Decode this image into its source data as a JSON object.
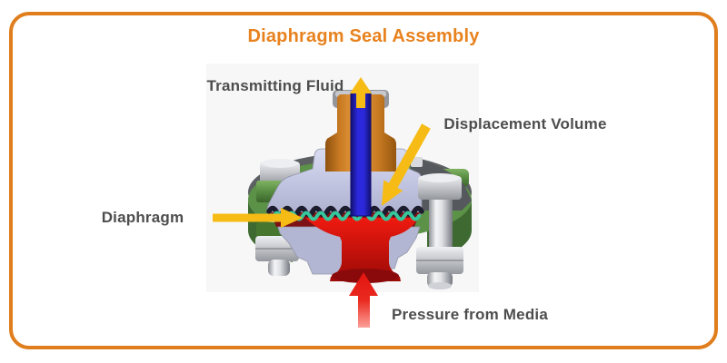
{
  "frame": {
    "border_color": "#E07D1C",
    "background": "#FFFFFF"
  },
  "title": {
    "text": "Diaphragm Seal Assembly",
    "color": "#E8821E"
  },
  "labels": {
    "transmitting_fluid": {
      "text": "Transmitting Fluid"
    },
    "displacement_volume": {
      "text": "Displacement Volume"
    },
    "diaphragm": {
      "text": "Diaphragm"
    },
    "pressure_from_media": {
      "text": "Pressure from Media"
    }
  },
  "annotation_arrows": {
    "transmitting_fluid": {
      "direction": "up",
      "color": "#F6BC15"
    },
    "displacement_volume": {
      "direction": "down-left",
      "color": "#F6BC15"
    },
    "diaphragm": {
      "direction": "right",
      "color": "#F6BC15"
    },
    "pressure_from_media": {
      "direction": "up",
      "color": "#E21410"
    }
  },
  "component_colors": {
    "flange_ring_green": "#5C9148",
    "housing_lavender": "#C3C6E2",
    "transmitting_fluid_blue": "#2B28DC",
    "fitting_orange": "#E99C40",
    "diaphragm_teal": "#36C89C",
    "media_red": "#E0120C",
    "bolt_metal": "#D9DBDF",
    "back_rim_gray": "#5D6062"
  }
}
